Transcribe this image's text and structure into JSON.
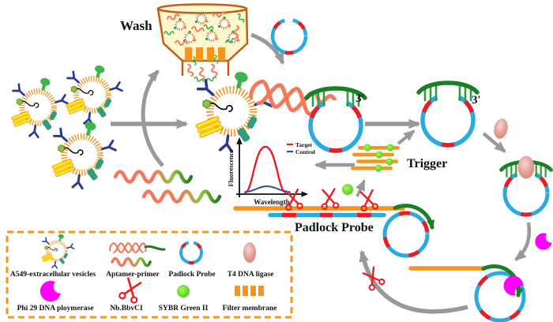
{
  "figure": {
    "wash_label": "Wash",
    "trigger_label": "Trigger",
    "padlock_probe_label": "Padlock Probe",
    "three_prime_label": "3′"
  },
  "graph": {
    "ylabel": "Fluorescence",
    "xlabel": "Wavelength",
    "curves": [
      {
        "name": "Target",
        "color": "#ED1C24",
        "shape": "tall narrow peak"
      },
      {
        "name": "Control",
        "color": "#27519F",
        "shape": "low flat bump"
      }
    ]
  },
  "legend": {
    "items": [
      {
        "label": "A549-extracellular vesicles",
        "icon": "vesicle-icon"
      },
      {
        "label": "Aptamer-primer",
        "icon": "aptamer-primer-icon"
      },
      {
        "label": "Padlock Probe",
        "icon": "padlock-probe-icon"
      },
      {
        "label": "T4 DNA ligase",
        "icon": "t4-dna-ligase-icon"
      },
      {
        "label": "Phi 29 DNA ploymerase",
        "icon": "phi29-polymerase-icon"
      },
      {
        "label": "Nb.BbvCI",
        "icon": "scissors-icon"
      },
      {
        "label": "SYBR Green II",
        "icon": "sybr-green-icon"
      },
      {
        "label": "Filter membrane",
        "icon": "filter-membrane-icon"
      }
    ]
  },
  "colors": {
    "membrane_orange": "#F6921E",
    "strand_orange": "#F7941D",
    "helix_salmon": "#F4795B",
    "circle_cyan": "#29ABE2",
    "segment_red": "#ED1C24",
    "aptamer_green": "#1B7F24",
    "sybr_green": "#52D017",
    "ligase_pink": "#DE8E86",
    "phi29_magenta": "#FF00FF",
    "antibody_blue": "#2B3990",
    "arrow_gray": "#999999"
  }
}
